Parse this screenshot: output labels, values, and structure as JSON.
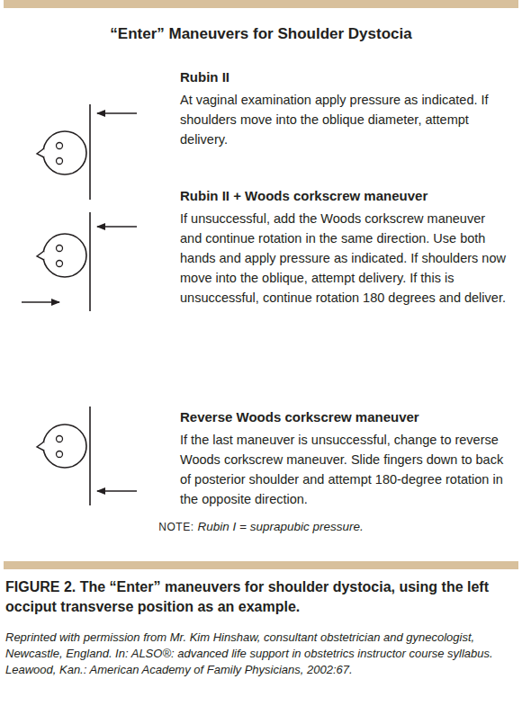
{
  "diagram": {
    "title": "“Enter” Maneuvers for Shoulder Dystocia",
    "caption": "FIGURE 2. The “Enter” maneuvers for shoulder dystocia, using the left occiput transverse position as an example.",
    "labels": [
      "Rubin II",
      "At vaginal examination apply pressure as indicated. If shoulders move into the oblique diameter, attempt delivery.",
      "Rubin II + Woods corkscrew maneuver",
      "If unsuccessful, add the Woods corkscrew maneuver and continue rotation in the same direction. Use both hands and apply pressure as indicated. If shoulders now move into the oblique, attempt delivery. If this is unsuccessful, continue rotation 180 degrees and deliver.",
      "Reverse Woods corkscrew maneuver",
      "If the last maneuver is unsuccessful, change to reverse Woods corkscrew maneuver. Slide fingers down to back of posterior shoulder and attempt 180-degree rotation in the opposite direction.",
      "NOTE:",
      "Rubin I = suprapubic pressure.",
      "Reprinted with permission from Mr. Kim Hinshaw, consultant obstetrician and gynecologist, Newcastle, England. In: ALSO®: advanced life support in obstetrics instructor course syllabus. Leawood, Kan.: American Academy of Family Physicians, 2002:67."
    ]
  }
}
